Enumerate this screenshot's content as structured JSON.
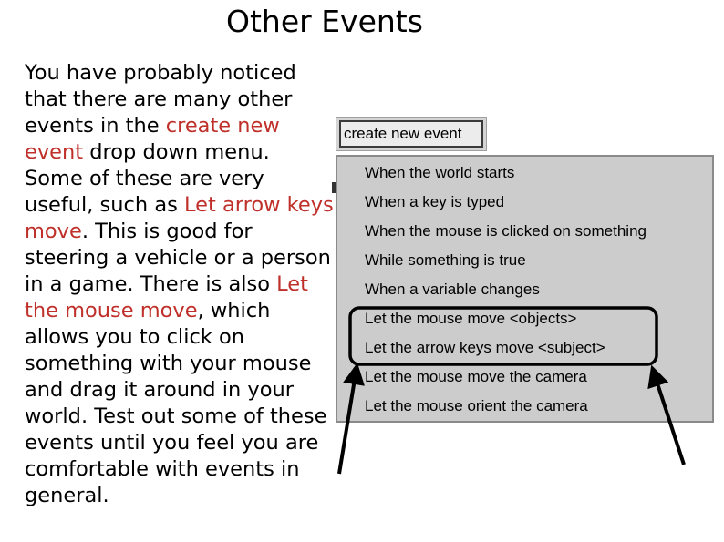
{
  "slide": {
    "title": "Other Events",
    "body_lines": [
      [
        {
          "t": "You have probably noticed"
        }
      ],
      [
        {
          "t": "that there are many other"
        }
      ],
      [
        {
          "t": "events in the "
        },
        {
          "t": "create new",
          "hl": true
        }
      ],
      [
        {
          "t": "event",
          "hl": true
        },
        {
          "t": " drop down menu."
        }
      ],
      [
        {
          "t": "Some of these are very"
        }
      ],
      [
        {
          "t": "useful, such as "
        },
        {
          "t": "Let arrow keys",
          "hl": true
        }
      ],
      [
        {
          "t": "move",
          "hl": true
        },
        {
          "t": ". This is good for"
        }
      ],
      [
        {
          "t": "steering a vehicle or a person"
        }
      ],
      [
        {
          "t": "in a game. There is also "
        },
        {
          "t": "Let",
          "hl": true
        }
      ],
      [
        {
          "t": "the mouse move",
          "hl": true
        },
        {
          "t": ", which"
        }
      ],
      [
        {
          "t": "allows you to click on"
        }
      ],
      [
        {
          "t": "something with your mouse"
        }
      ],
      [
        {
          "t": "and drag it around in your"
        }
      ],
      [
        {
          "t": "world. Test out some of these"
        }
      ],
      [
        {
          "t": "events until you feel you are"
        }
      ],
      [
        {
          "t": "comfortable with events in"
        }
      ],
      [
        {
          "t": "general."
        }
      ]
    ],
    "highlight_color": "#c0302a"
  },
  "create_button": {
    "label": "create new event"
  },
  "menu": {
    "items": [
      "When the world starts",
      "When a key is typed",
      "When the mouse is clicked on something",
      "While something is true",
      "When a variable changes",
      "Let the mouse move <objects>",
      "Let the arrow keys move <subject>",
      "Let the mouse move the camera",
      "Let the mouse orient the camera"
    ],
    "highlighted_items": [
      5,
      6
    ]
  },
  "annotation": {
    "box_color": "#000000",
    "arrow_color": "#000000"
  }
}
